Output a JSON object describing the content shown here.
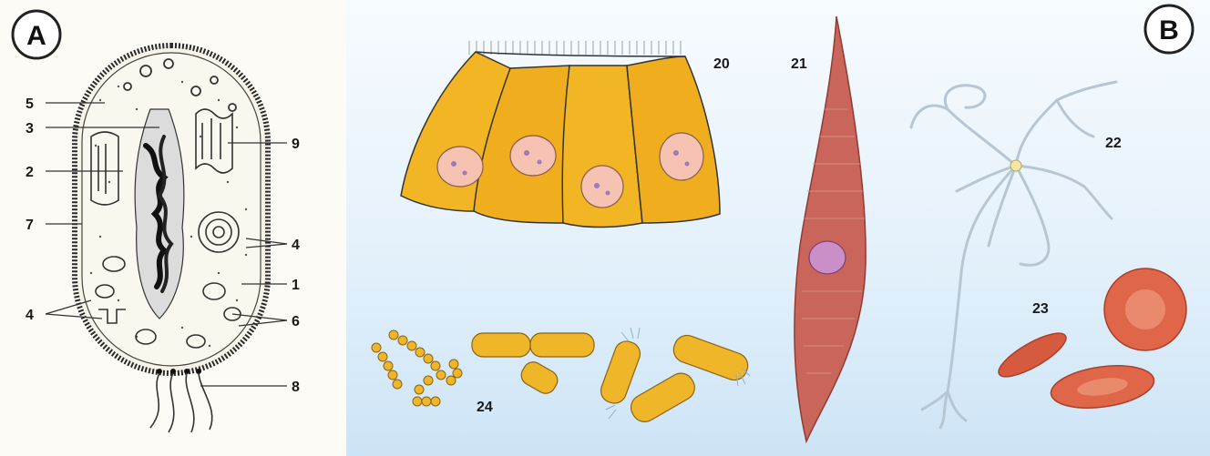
{
  "panels": {
    "a": {
      "letter": "A"
    },
    "b": {
      "letter": "B"
    }
  },
  "labels": {
    "l1": "1",
    "l2": "2",
    "l3": "3",
    "l4a": "4",
    "l4b": "4",
    "l5": "5",
    "l6": "6",
    "l7": "7",
    "l8": "8",
    "l9": "9",
    "l20": "20",
    "l21": "21",
    "l22": "22",
    "l23": "23",
    "l24": "24"
  },
  "colors": {
    "epithelium": "#f2b524",
    "epithelium_nucleus": "#f6c3b3",
    "muscle": "#c9655a",
    "red_blood_cell": "#e0664a",
    "bacteria": "#f0b62a",
    "neuron": "#b7c6d3"
  }
}
